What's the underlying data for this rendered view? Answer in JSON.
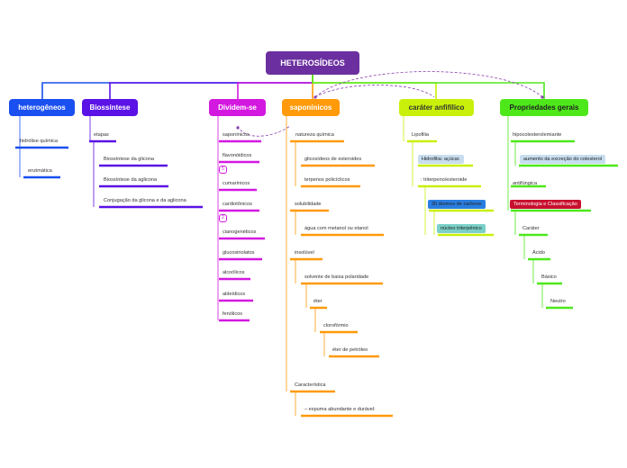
{
  "root": {
    "label": "HETEROSÍDEOS",
    "color": "#6b2fa0"
  },
  "branches": {
    "heterogeneos": {
      "label": "heterogêneos",
      "color": "#1a4ff0",
      "items": [
        "hidrólise química",
        "enzimática"
      ]
    },
    "biossintese": {
      "label": "Biossíntese",
      "color": "#5a12e6",
      "etapas": "etapas",
      "items": [
        "Biossíntese da glicona",
        "Biossíntese da aglicona",
        "Conjugação da glicona e da aglicona"
      ]
    },
    "dividem": {
      "label": "Dividem-se",
      "color": "#d318e0",
      "items": [
        "saponínicos",
        "flavonóidicos",
        "cumarínicos",
        "cardiotônicos",
        "cianogenéticos",
        "glucosinolatos",
        "alcoólicos",
        "aldeídicos",
        "fenólicos"
      ],
      "badges": [
        "5",
        "2"
      ]
    },
    "saponinicos": {
      "label": "saponínicos",
      "color": "#ff9a0a",
      "natureza": "natureza química",
      "natureza_items": [
        "glicosídeos de esteroides",
        "terpenos policíclicos"
      ],
      "solubilidade": "solubilidade",
      "solubilidade_item": "água com metanol ou etanol",
      "insoluvel": "insolúvel",
      "solvente": "solvente de baixa polaridade",
      "eter": "éter",
      "cloroformio": "clorofórmio",
      "eter_petroleo": "éter de petróleo",
      "caracteristica": "Característica",
      "espuma": "– espuma abundante e durável:"
    },
    "carater": {
      "label": "caráter anfifílico",
      "color": "#c8f00a",
      "lipofilia": "Lipofilia",
      "hidrofilia": "Hidrofilia: açúcar.",
      "triterpeno": ": triterpeno/esteroide",
      "atomos": "30 átomos de carbono",
      "nucleo": "núcleo triterpênico"
    },
    "propriedades": {
      "label": "Propriedades gerais",
      "color": "#4ee81a",
      "hipocolesterolemiante": "hipocolesterolemiante",
      "aumento": "aumento da excreção do colesterol",
      "antifungica": "antifúngica",
      "terminologia": "Terminologia e Classificação",
      "carater": "Caráter",
      "acido": "Ácido",
      "basico": "Básico",
      "neutro": "Neutro"
    }
  },
  "colors": {
    "tag_blue_light": "#c8def0",
    "tag_blue": "#2a7ee0",
    "tag_teal": "#7ad0c8",
    "tag_red": "#c8102e"
  }
}
